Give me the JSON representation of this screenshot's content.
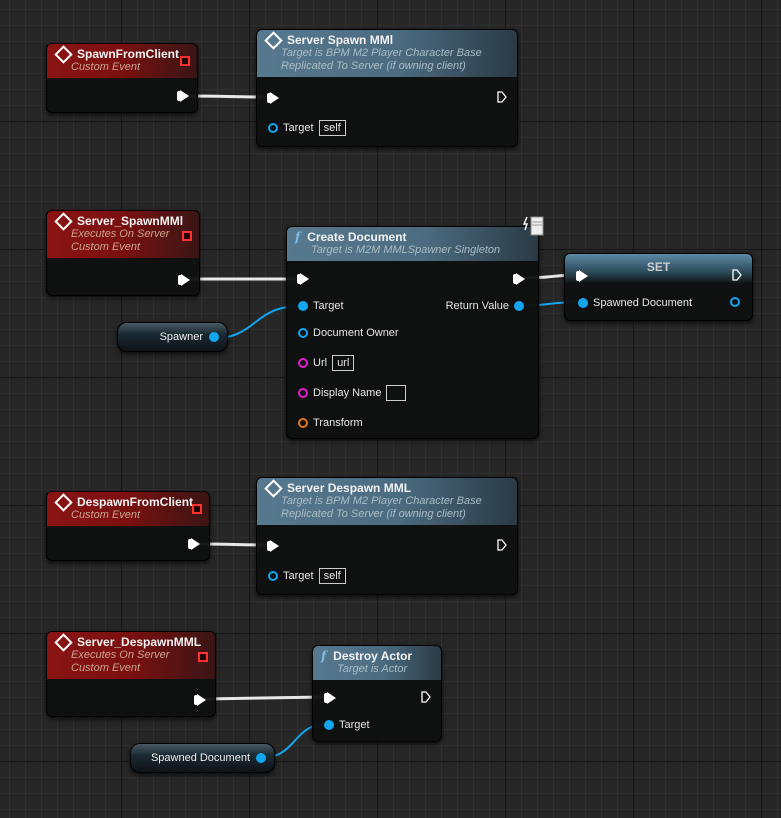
{
  "nodes": {
    "spawn_from_client": {
      "title": "SpawnFromClient",
      "subtitle": [
        "Custom Event"
      ]
    },
    "server_spawn_mml": {
      "title": "Server Spawn MMl",
      "subtitle": [
        "Target is BPM M2 Player Character Base",
        "Replicated To Server (if owning client)"
      ],
      "pins": {
        "target": "Target",
        "target_default": "self"
      }
    },
    "server_spawnmml_event": {
      "title": "Server_SpawnMMl",
      "subtitle": [
        "Executes On Server",
        "Custom Event"
      ]
    },
    "create_document": {
      "title": "Create Document",
      "subtitle": [
        "Target is M2M MMLSpawner Singleton"
      ],
      "pins": {
        "target": "Target",
        "document_owner": "Document Owner",
        "url": "Url",
        "url_default": "url",
        "display_name": "Display Name",
        "display_name_default": "",
        "transform": "Transform",
        "return_value": "Return Value"
      }
    },
    "set": {
      "title": "SET",
      "pins": {
        "spawned_document": "Spawned Document"
      }
    },
    "spawner_var": {
      "label": "Spawner"
    },
    "despawn_from_client": {
      "title": "DespawnFromClient",
      "subtitle": [
        "Custom Event"
      ]
    },
    "server_despawn_mml": {
      "title": "Server Despawn MML",
      "subtitle": [
        "Target is BPM M2 Player Character Base",
        "Replicated To Server (if owning client)"
      ],
      "pins": {
        "target": "Target",
        "target_default": "self"
      }
    },
    "server_despawnmml_event": {
      "title": "Server_DespawnMML",
      "subtitle": [
        "Executes On Server",
        "Custom Event"
      ]
    },
    "destroy_actor": {
      "title": "Destroy Actor",
      "subtitle": [
        "Target is Actor"
      ],
      "pins": {
        "target": "Target"
      }
    },
    "spawned_document_var": {
      "label": "Spawned Document"
    }
  },
  "colors": {
    "exec": "#ffffff",
    "object": "#12a5f0",
    "string": "#e01fd2",
    "transform": "#e2741b",
    "event_header": "#8a1414",
    "function_header": "#57798f"
  }
}
